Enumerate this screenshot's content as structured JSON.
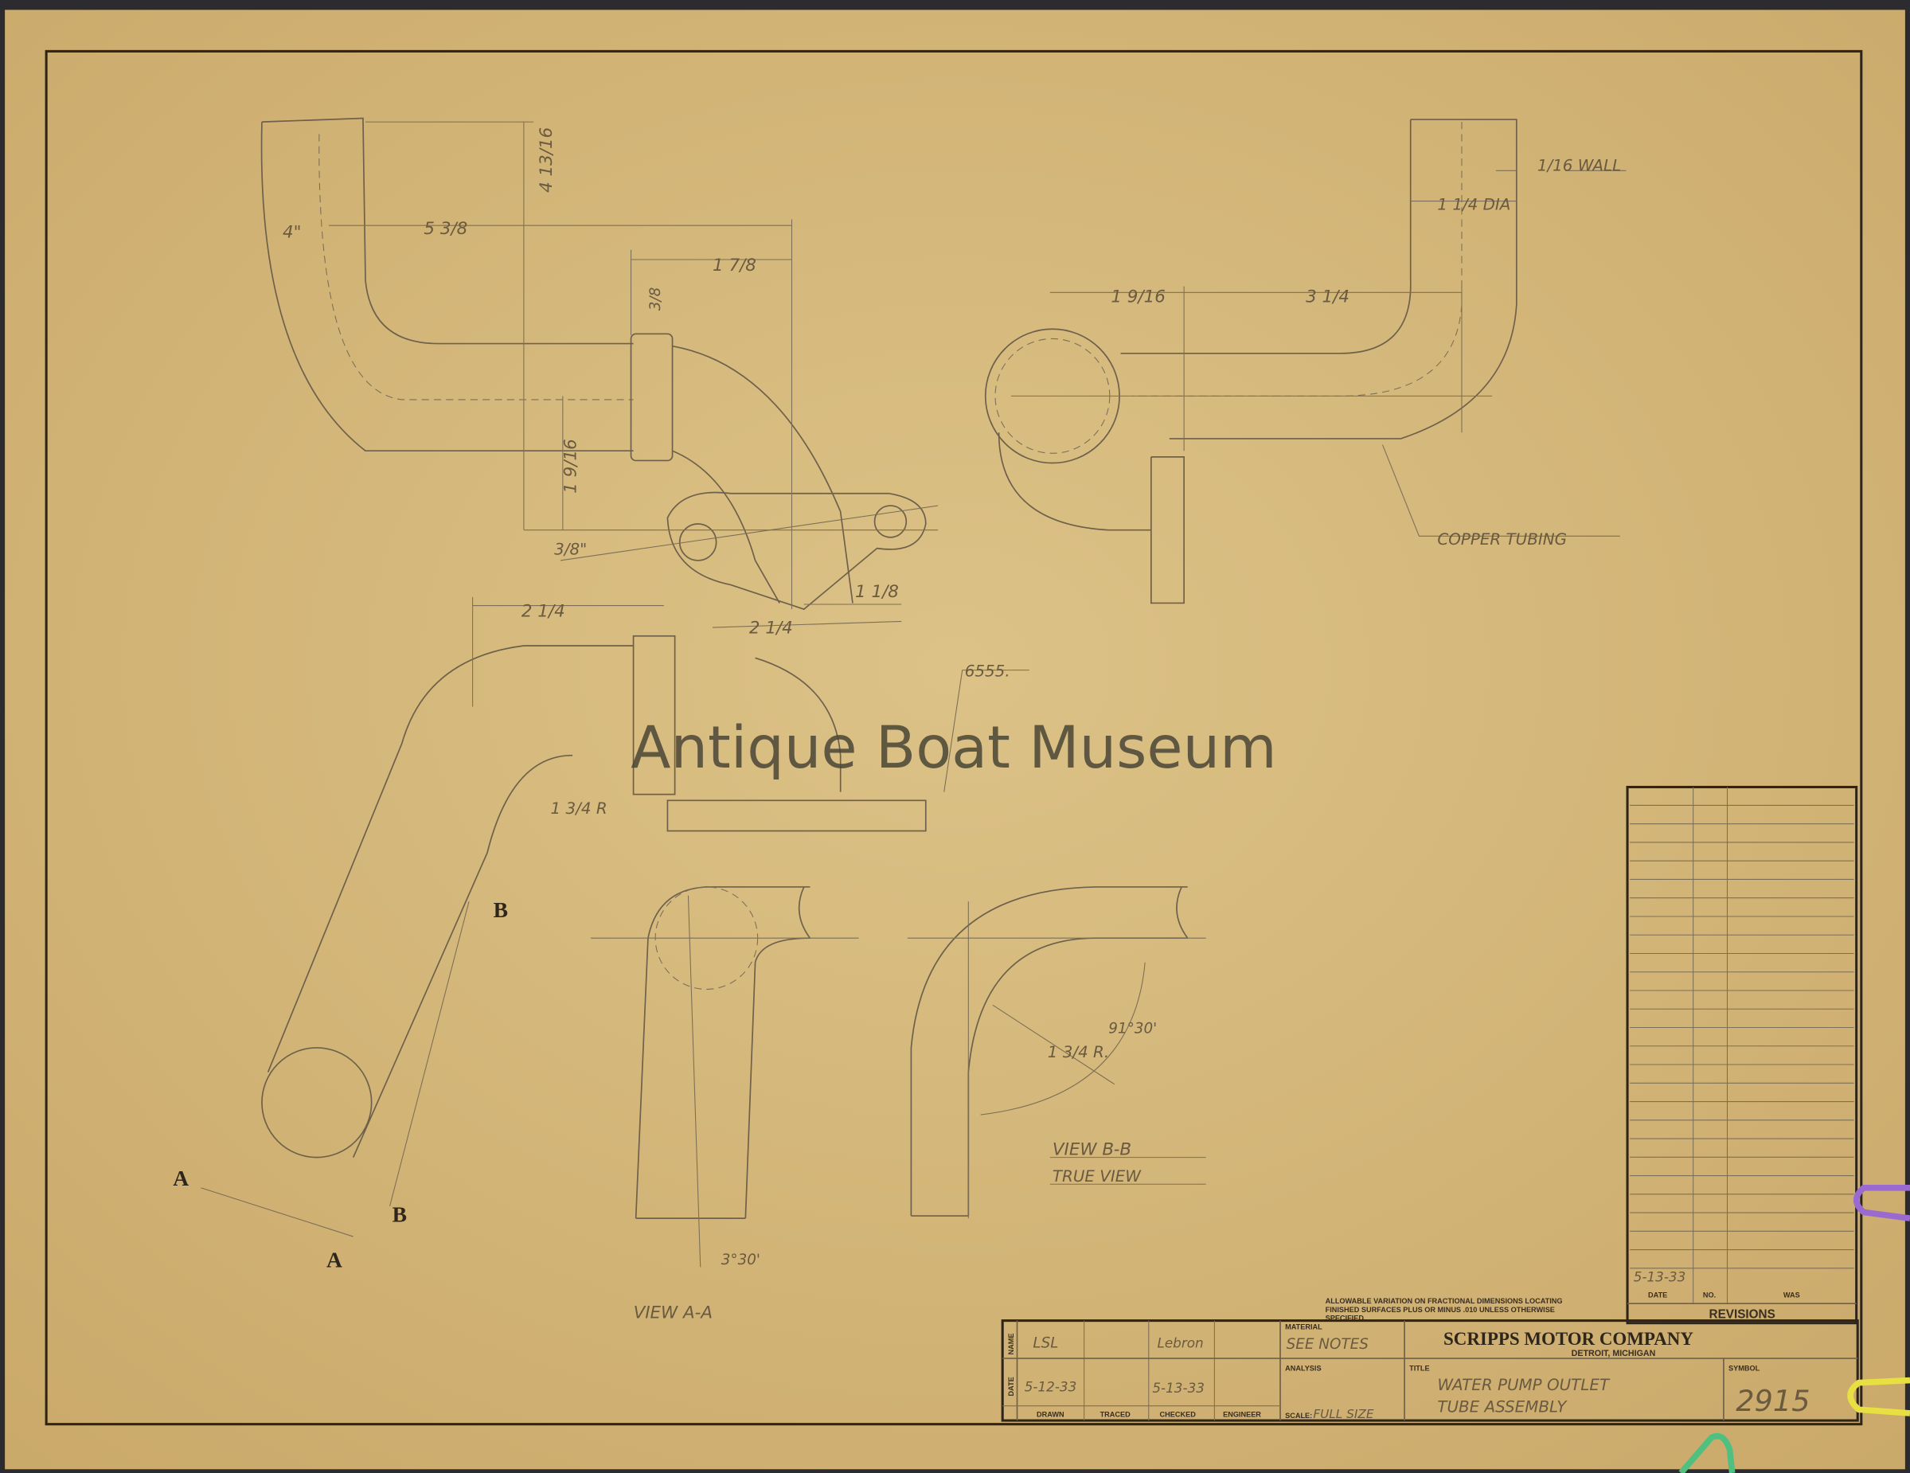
{
  "watermark": "Antique Boat Museum",
  "drawing": {
    "top_left_view": {
      "dim_a": "4\"",
      "dim_b": "5 3/8",
      "dim_c": "4 13/16",
      "dim_d": "1 7/8",
      "dim_e": "3/8",
      "dim_f": "1 9/16",
      "dim_g": "3/8\"",
      "dim_h": "1 1/8",
      "dim_i": "2 1/4"
    },
    "top_right_view": {
      "dia": "1 1/4 DIA",
      "wall": "1/16 WALL",
      "dim_a": "1 9/16",
      "dim_b": "3 1/4",
      "note": "COPPER TUBING"
    },
    "middle_view": {
      "dim_a": "2 1/4",
      "part_no": "6555.",
      "radius": "1 3/4 R",
      "section_b1": "B",
      "section_b2": "B",
      "section_a1": "A",
      "section_a2": "A"
    },
    "view_aa": {
      "label": "VIEW A-A",
      "angle": "3°30'"
    },
    "view_bb": {
      "label": "VIEW B-B",
      "sublabel": "TRUE VIEW",
      "radius": "1 3/4 R.",
      "angle": "91°30'"
    }
  },
  "tolerance_note_1": "ALLOWABLE VARIATION ON FRACTIONAL DIMENSIONS LOCATING",
  "tolerance_note_2": "FINISHED SURFACES PLUS OR MINUS .010 UNLESS OTHERWISE",
  "tolerance_note_3": "SPECIFIED.",
  "revisions": {
    "title": "REVISIONS",
    "col_date": "DATE",
    "col_no": "NO.",
    "col_was": "WAS",
    "entry_date": "5-13-33"
  },
  "title_block": {
    "row_name": "NAME",
    "row_date": "DATE",
    "drawn_name": "LSL",
    "drawn_date": "5-12-33",
    "checked_name": "Lebron",
    "checked_date": "5-13-33",
    "col_drawn": "DRAWN",
    "col_traced": "TRACED",
    "col_checked": "CHECKED",
    "col_engineer": "ENGINEER",
    "material_label": "MATERIAL",
    "material_value": "SEE NOTES",
    "analysis_label": "ANALYSIS",
    "scale_label": "SCALE:",
    "scale_value": "FULL SIZE",
    "company": "SCRIPPS MOTOR COMPANY",
    "location": "DETROIT, MICHIGAN",
    "title_label": "TITLE",
    "title_line1": "WATER PUMP OUTLET",
    "title_line2": "TUBE ASSEMBLY",
    "symbol_label": "SYMBOL",
    "symbol_value": "2915"
  },
  "colors": {
    "paper": "#d8bd80",
    "ink": "#2e2418"
  }
}
